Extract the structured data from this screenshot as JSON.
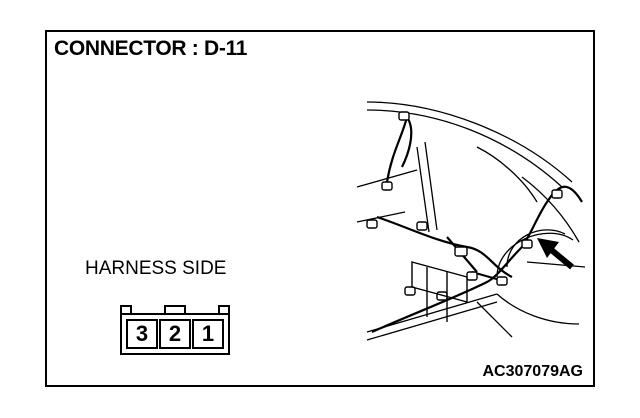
{
  "diagram": {
    "title": "CONNECTOR : D-11",
    "harness_label": "HARNESS SIDE",
    "image_code": "AC307079AG",
    "connector": {
      "pins": [
        "3",
        "2",
        "1"
      ]
    },
    "illustration": "vehicle-rear-interior-harness"
  }
}
